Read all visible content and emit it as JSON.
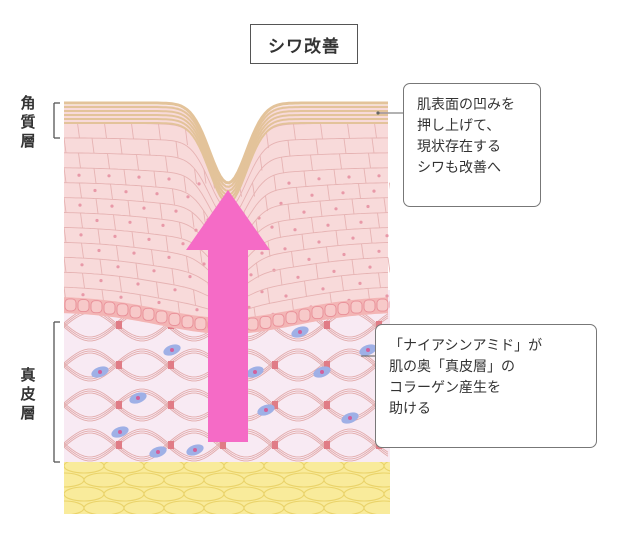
{
  "title": "シワ改善",
  "labels": {
    "stratum_corneum": [
      "角",
      "質",
      "層"
    ],
    "dermis": [
      "真",
      "皮",
      "層"
    ]
  },
  "callouts": {
    "top": [
      "肌表面の凹みを",
      "押し上げて、",
      "現状存在する",
      "シワも改善へ"
    ],
    "bottom": [
      "「ナイアシンアミド」が",
      "肌の奥「真皮層」の",
      "コラーゲン産生を",
      "助ける"
    ]
  },
  "colors": {
    "corneum": "#e3c39a",
    "epidermis": "#f8dada",
    "cell_outline": "#e6b3b3",
    "basal": "#f3b5b5",
    "dermis": "#f8eaf3",
    "collagen": "#e2aaaa",
    "fibroblast": "#9fb0e6",
    "fat": "#f9eb9b",
    "arrow": "#f56bc6"
  },
  "icons": {
    "arrow": "up-arrow-icon"
  }
}
